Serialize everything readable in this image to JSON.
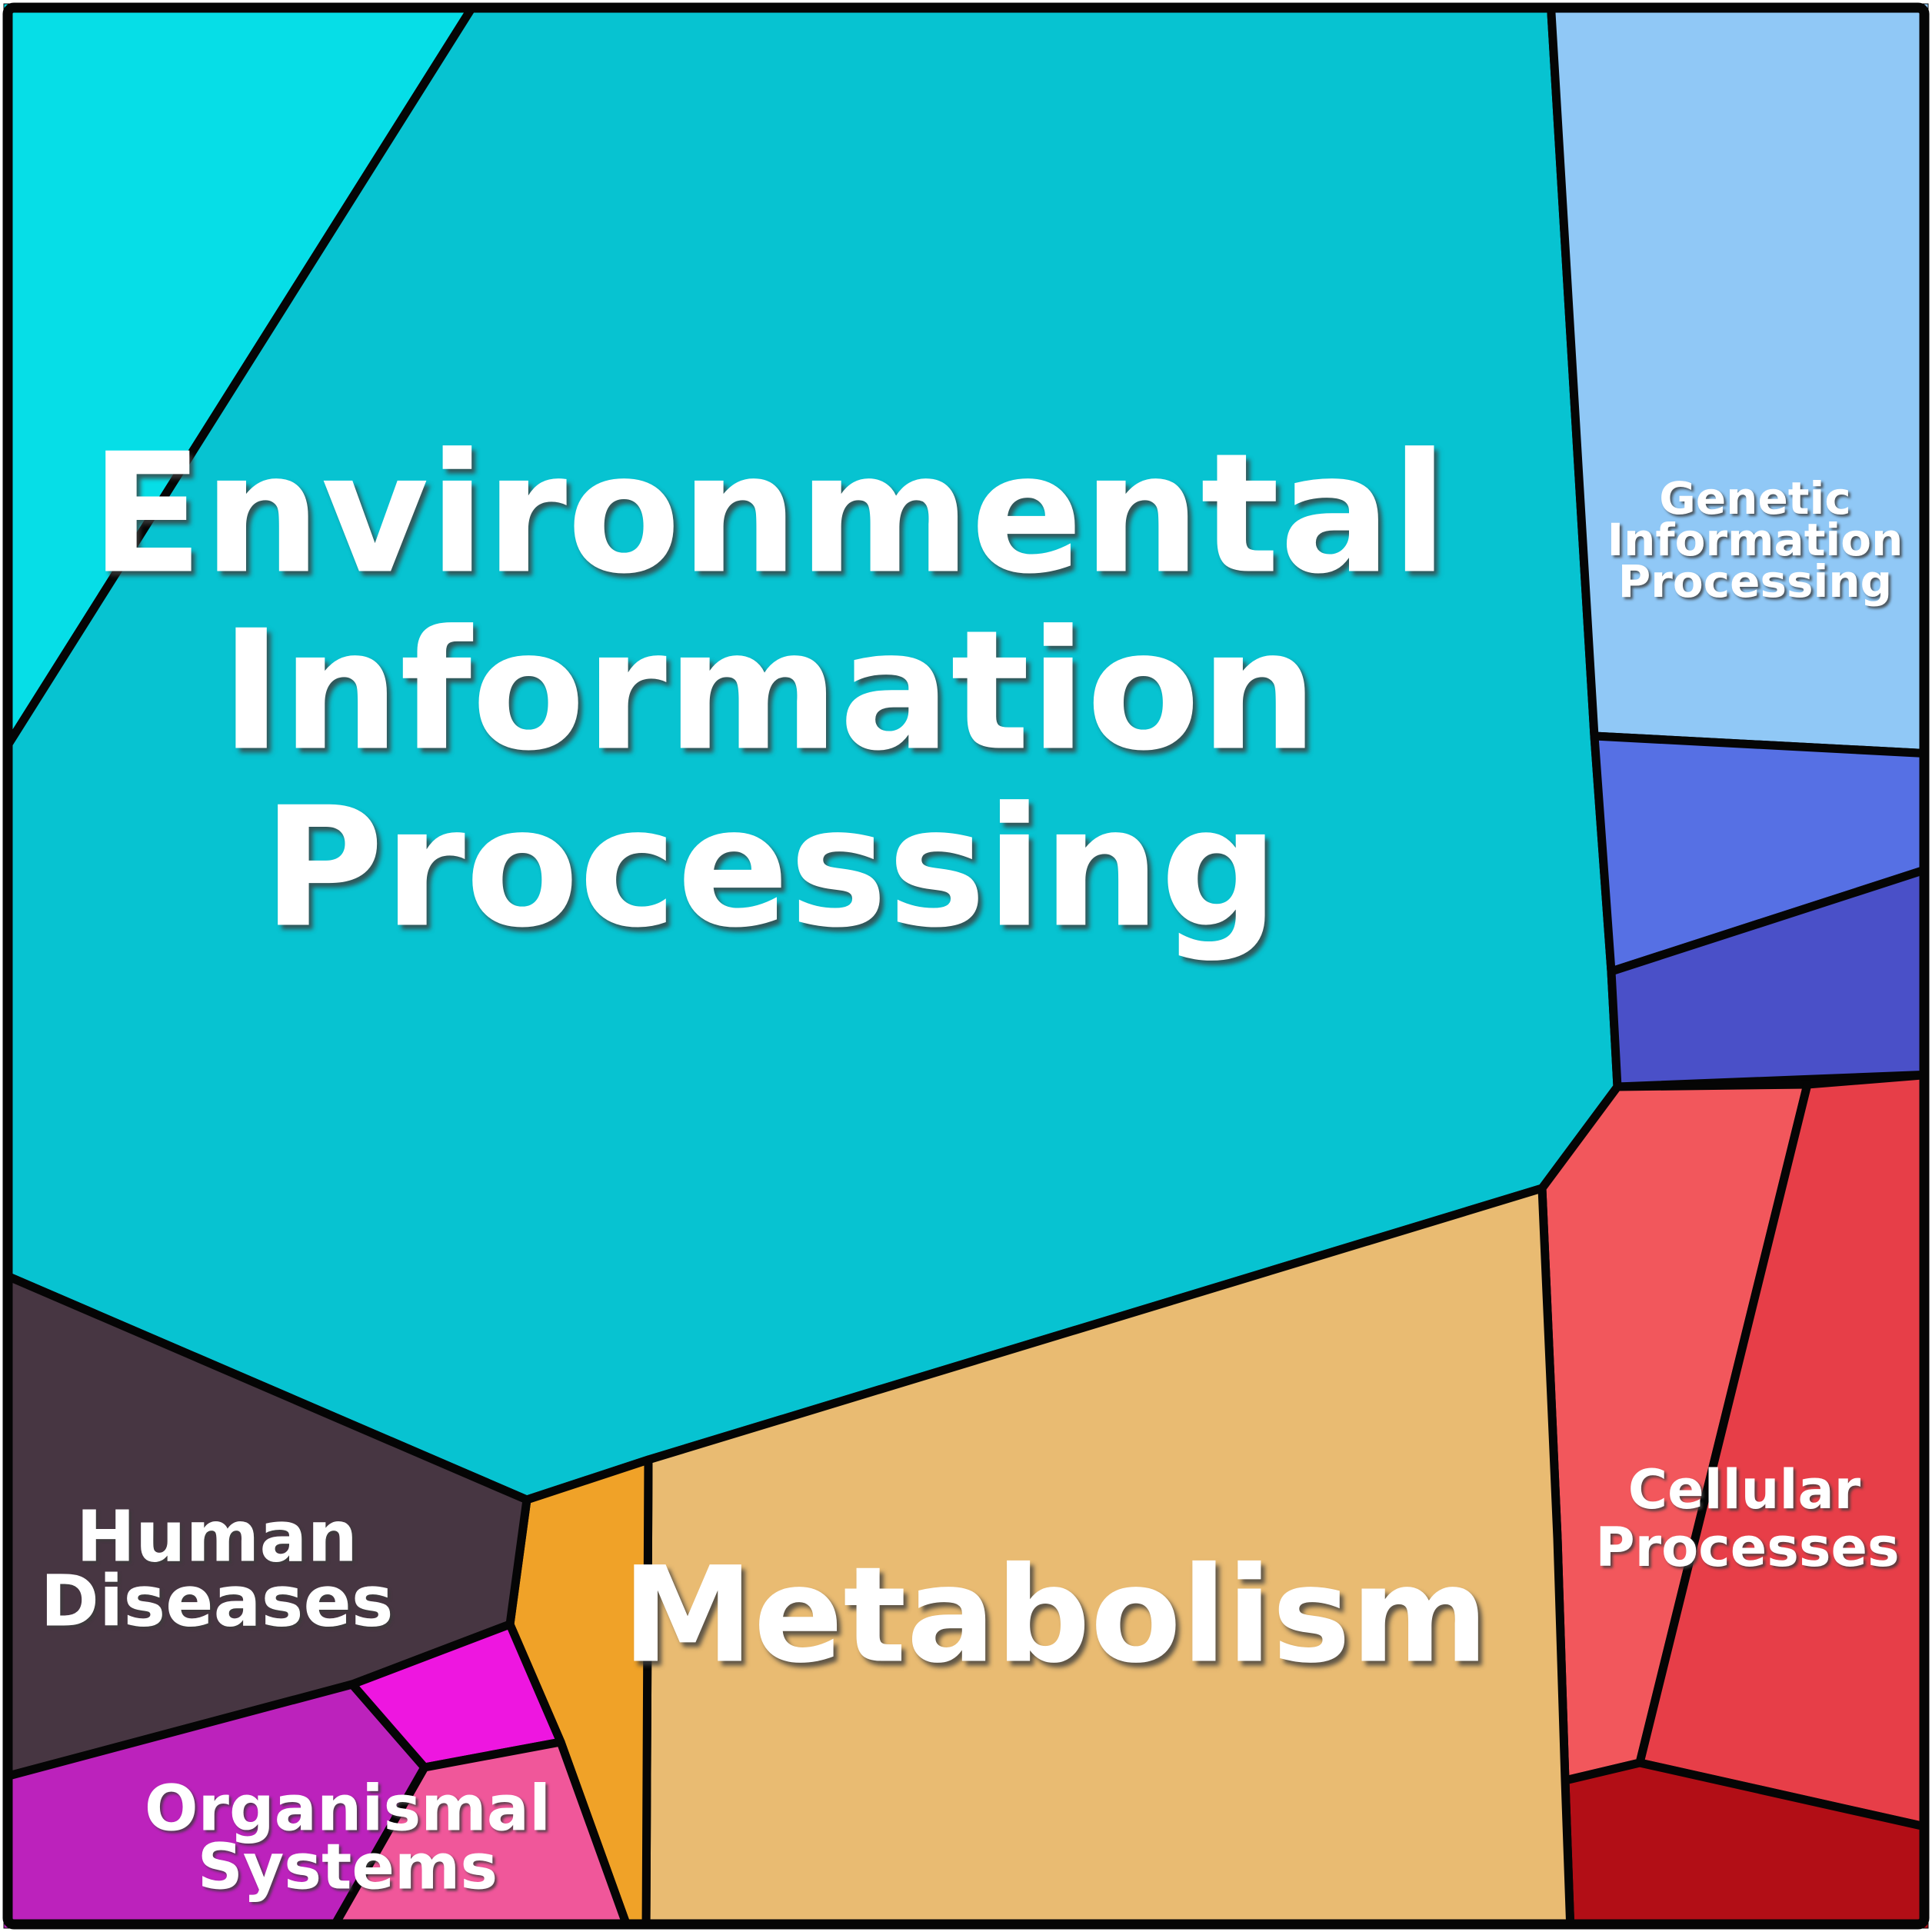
{
  "figure": {
    "kind": "voronoi-treemap"
  },
  "frame": {
    "background": "#ffffff",
    "border_color": "#050505"
  },
  "chart_data": {
    "type": "treemap",
    "title": "",
    "categories": [
      "Environmental Information Processing",
      "Genetic Information Processing",
      "Cellular Processes",
      "Metabolism",
      "Human Diseases",
      "Organismal Systems"
    ],
    "approx_area_pct": [
      49,
      9.5,
      9,
      16,
      5.2,
      3.3
    ],
    "legend_position": "none",
    "notes": "Polygonal (voronoi) treemap; each category contains unlabeled sub-polygons"
  },
  "regions": {
    "environmental_information_processing": {
      "label": "Environmental Information Processing",
      "lines": [
        "Environmental",
        "Information",
        "Processing"
      ],
      "color_main": "#07C3D1",
      "color_sub": "#06DEE7"
    },
    "genetic_information_processing": {
      "label": "Genetic Information Processing",
      "lines": [
        "Genetic",
        "Information",
        "Processing"
      ],
      "color_light": "#90C8F6",
      "color_medium": "#5670E4",
      "color_dark": "#4A50C8"
    },
    "cellular_processes": {
      "label": "Cellular Processes",
      "lines": [
        "Cellular",
        "Processes"
      ],
      "color_salmon": "#F2575C",
      "color_red": "#E73E48",
      "color_dark_red": "#B20E16"
    },
    "metabolism": {
      "label": "Metabolism",
      "lines": [
        "Metabolism"
      ],
      "color_tan": "#E9BB72",
      "color_orange": "#F0A228"
    },
    "human_diseases": {
      "label": "Human Diseases",
      "lines": [
        "Human",
        "Diseases"
      ],
      "color": "#473642"
    },
    "organismal_systems": {
      "label": "Organismal Systems",
      "lines": [
        "Organismal",
        "Systems"
      ],
      "color_magenta": "#BC22BC",
      "color_bright_magenta": "#EE16E0",
      "color_pink": "#F0579A"
    }
  }
}
